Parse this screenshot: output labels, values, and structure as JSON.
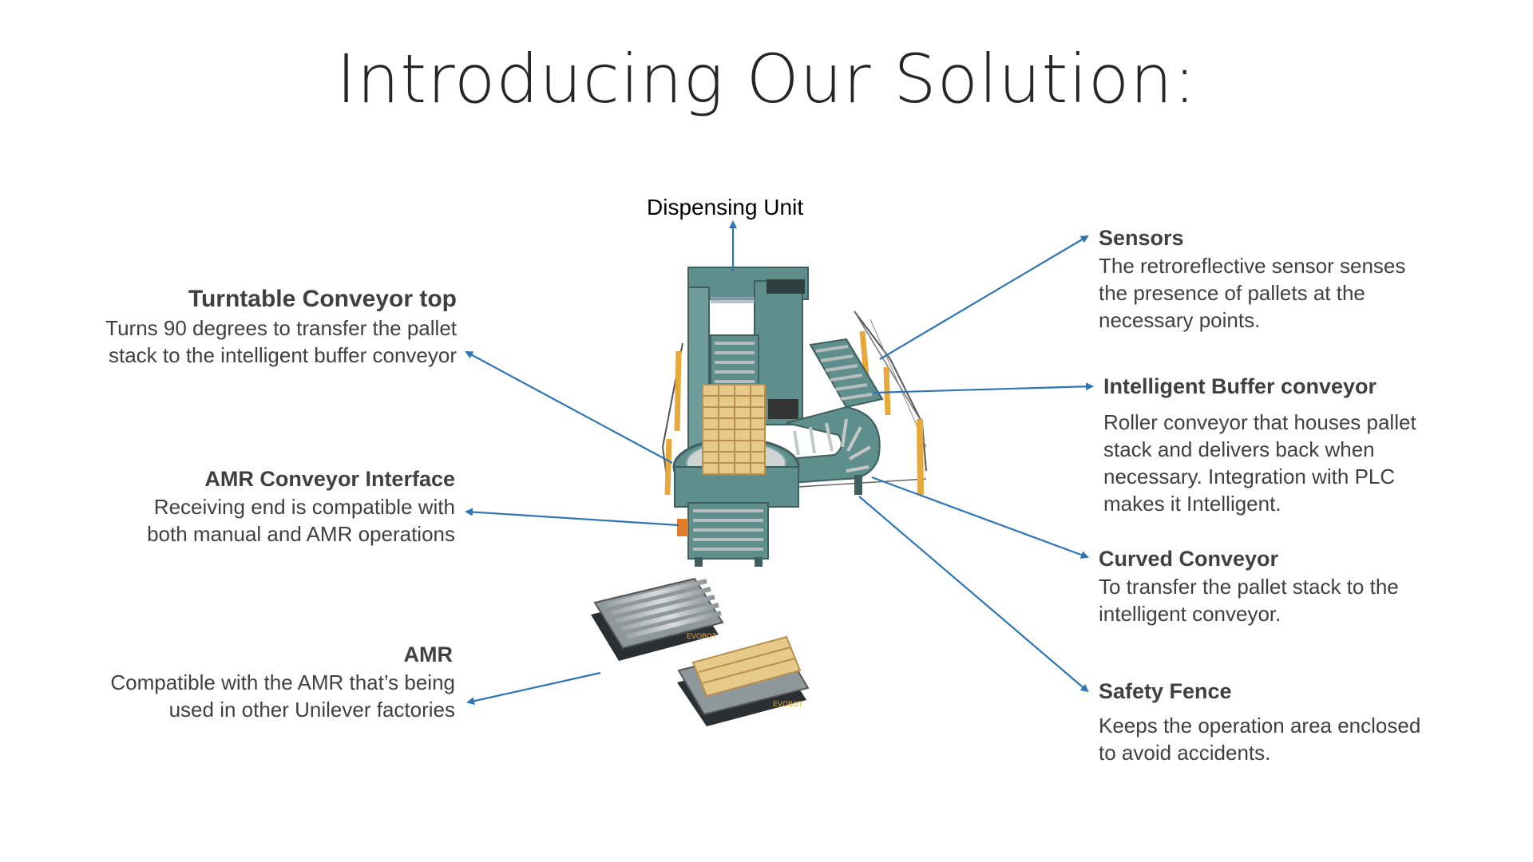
{
  "slide": {
    "title": "Introducing Our Solution:"
  },
  "labels": {
    "dispensing_unit": "Dispensing Unit",
    "turntable": {
      "title": "Turntable Conveyor top",
      "line1": "Turns 90 degrees to transfer the pallet",
      "line2": "stack to the intelligent buffer conveyor"
    },
    "amr_interface": {
      "title": "AMR Conveyor Interface",
      "line1": "Receiving end is compatible with",
      "line2": "both manual and AMR operations"
    },
    "amr": {
      "title": "AMR",
      "line1": "Compatible with the AMR that’s being",
      "line2": "used in other Unilever factories"
    },
    "sensors": {
      "title": "Sensors",
      "line1": "The retroreflective sensor senses",
      "line2": "the presence of pallets at the",
      "line3": "necessary points."
    },
    "buffer": {
      "title": "Intelligent Buffer conveyor",
      "line1": "Roller conveyor that houses pallet",
      "line2": "stack and delivers back when",
      "line3": "necessary. Integration with PLC",
      "line4": "makes it Intelligent."
    },
    "curved": {
      "title": "Curved Conveyor",
      "line1": "To transfer the pallet stack to the",
      "line2": "intelligent conveyor."
    },
    "fence": {
      "title": "Safety Fence",
      "line1": "Keeps the operation area enclosed",
      "line2": "to avoid accidents."
    },
    "amr_brand": "EVOBOT"
  },
  "colors": {
    "arrow": "#2e75b6",
    "machine_teal": "#5f8f8d",
    "machine_dark": "#3f5f5e",
    "pallet": "#e7c98a",
    "safety_post": "#e8a83a"
  }
}
